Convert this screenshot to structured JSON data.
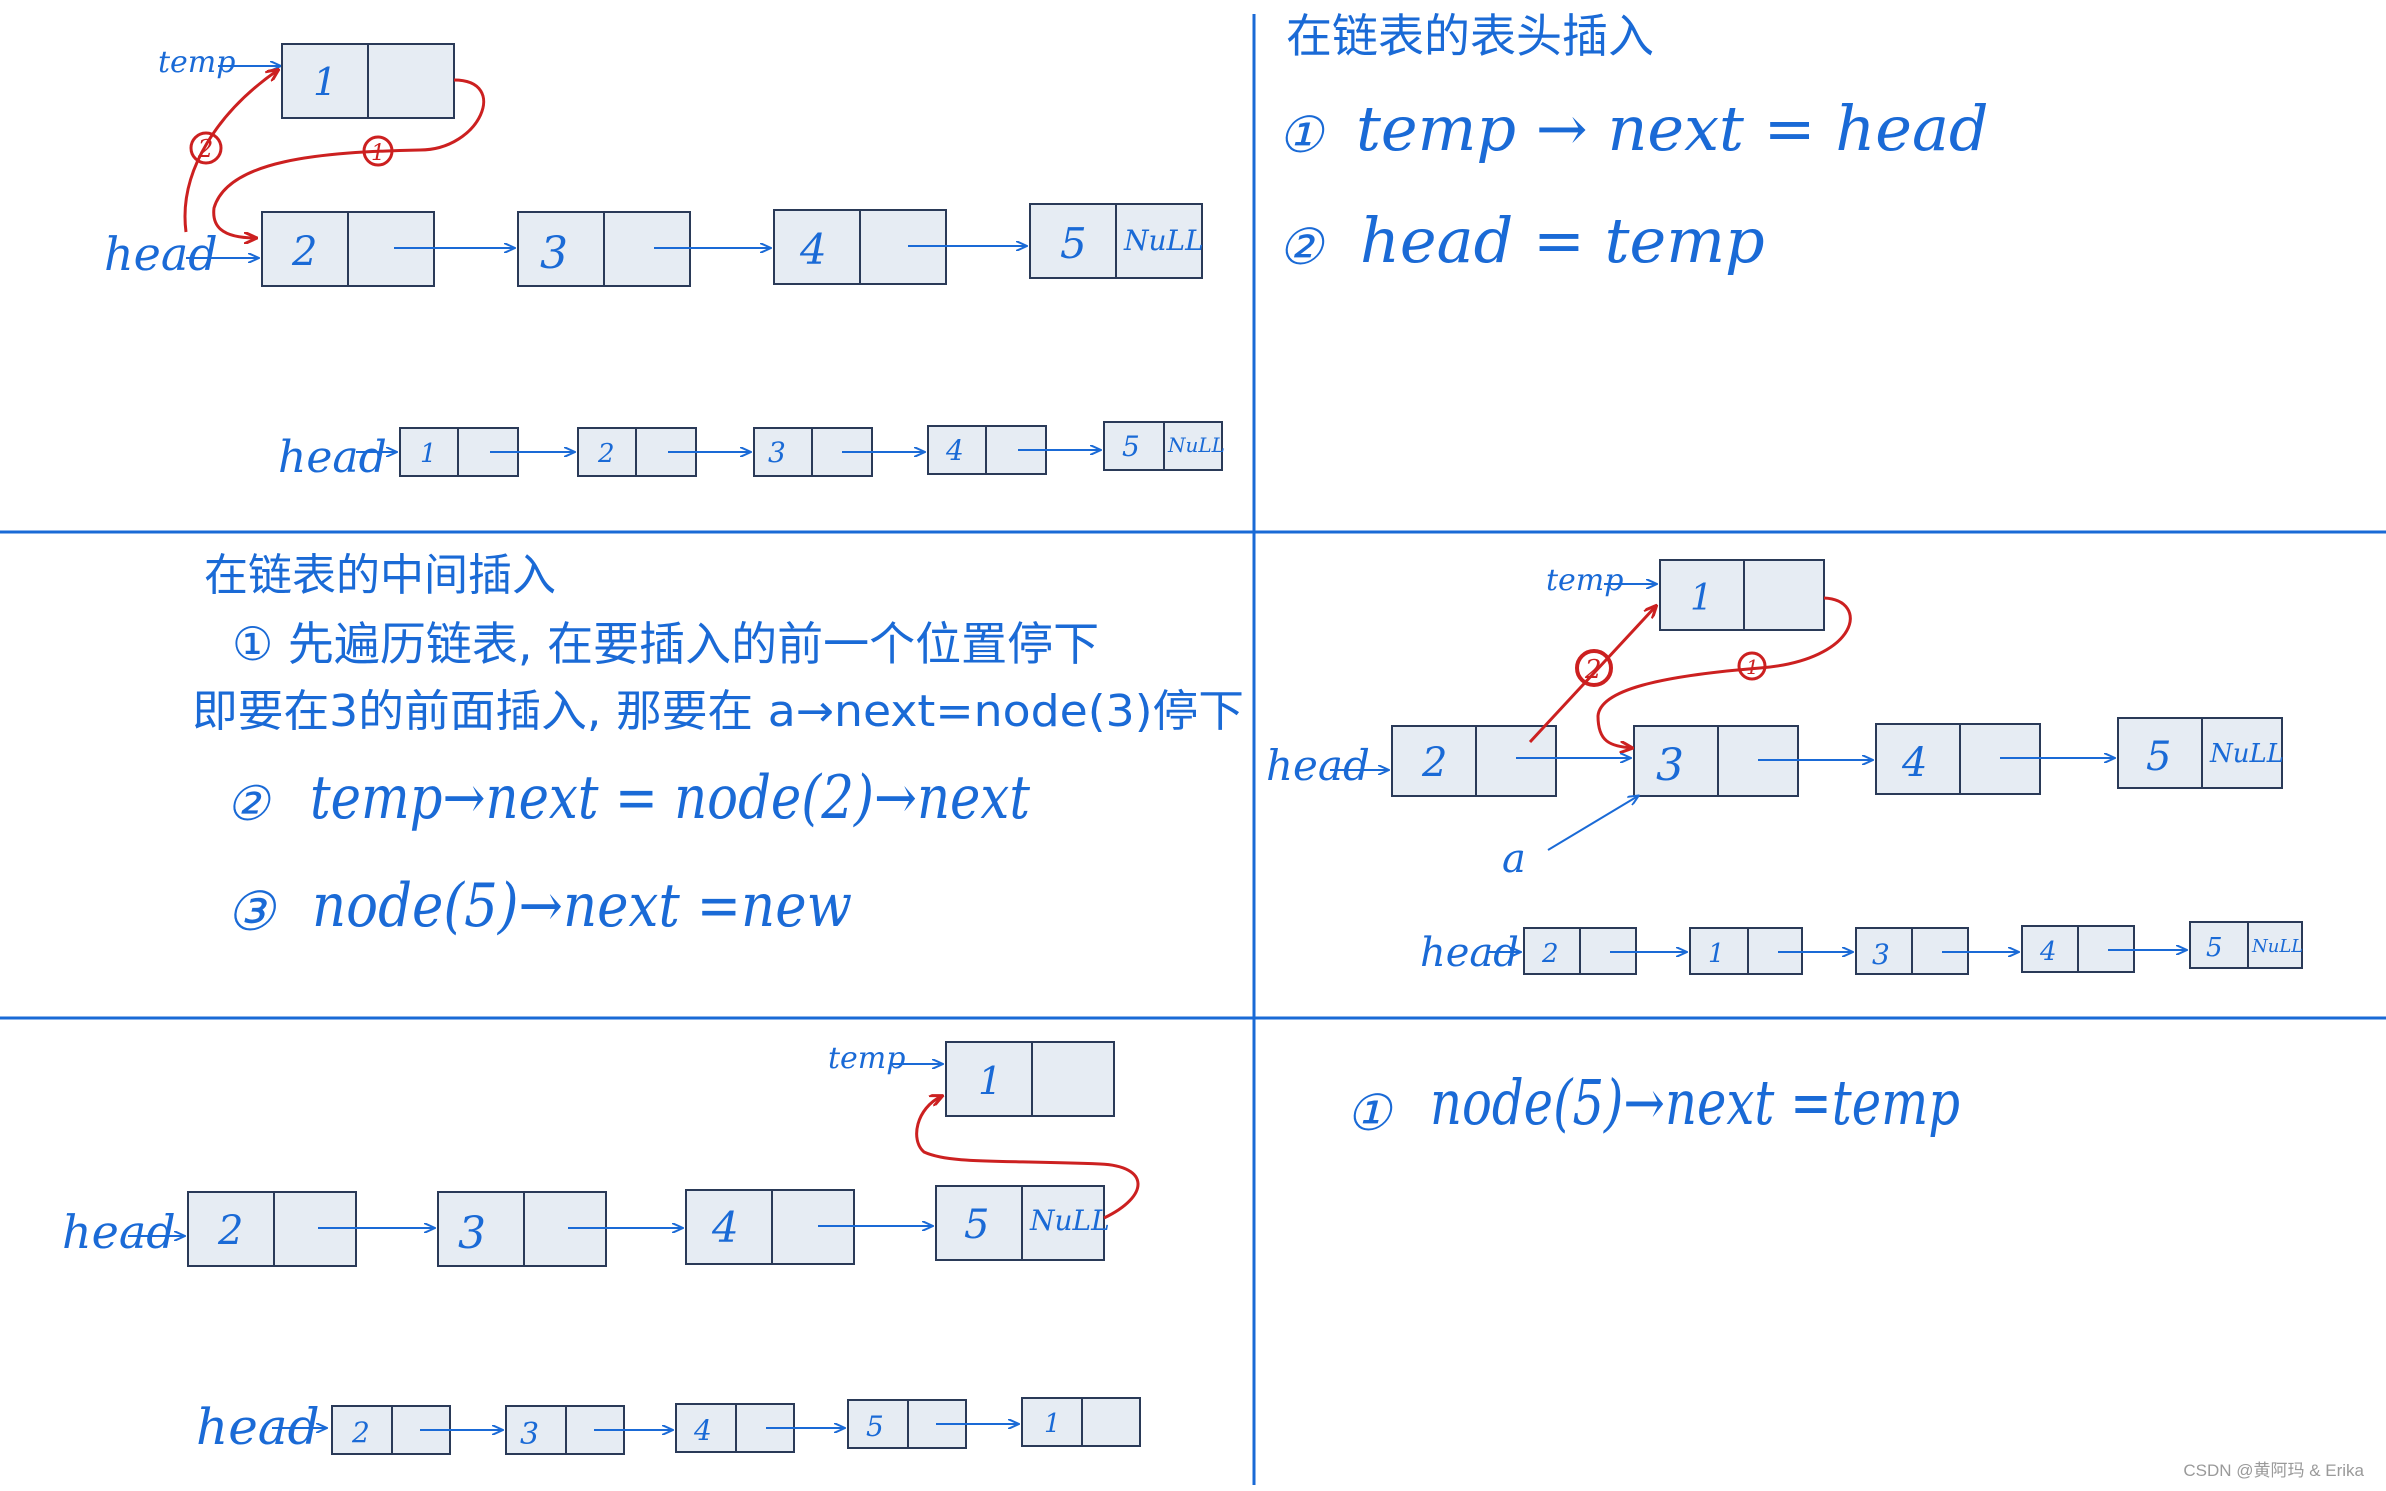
{
  "colors": {
    "ink": "#1a6ad6",
    "red": "#cc2020",
    "node_fill": "#e6ecf3",
    "node_stroke": "#2a3a58"
  },
  "labels": {
    "head": "head",
    "temp": "temp",
    "a": "a",
    "null": "NuLL",
    "c1": "1",
    "c2": "2"
  },
  "nodes": {
    "n1": "1",
    "n2": "2",
    "n3": "3",
    "n4": "4",
    "n5": "5"
  },
  "top_right": {
    "title": "在链表的表头插入",
    "step1_num": "①",
    "step1": "temp → next  =  head",
    "step2_num": "②",
    "step2": "head  =  temp"
  },
  "mid_left": {
    "title": "在链表的中间插入",
    "line1": "① 先遍历链表, 在要插入的前一个位置停下",
    "line2": "即要在3的前面插入, 那要在 a→next=node(3)停下",
    "step2_num": "②",
    "step2": "temp→next = node(2)→next",
    "step3_num": "③",
    "step3": "node(5)→next =new"
  },
  "bottom_right": {
    "step1_num": "①",
    "step1": "node(5)→next =temp"
  },
  "watermark": "CSDN @黄阿玛 & Erika"
}
